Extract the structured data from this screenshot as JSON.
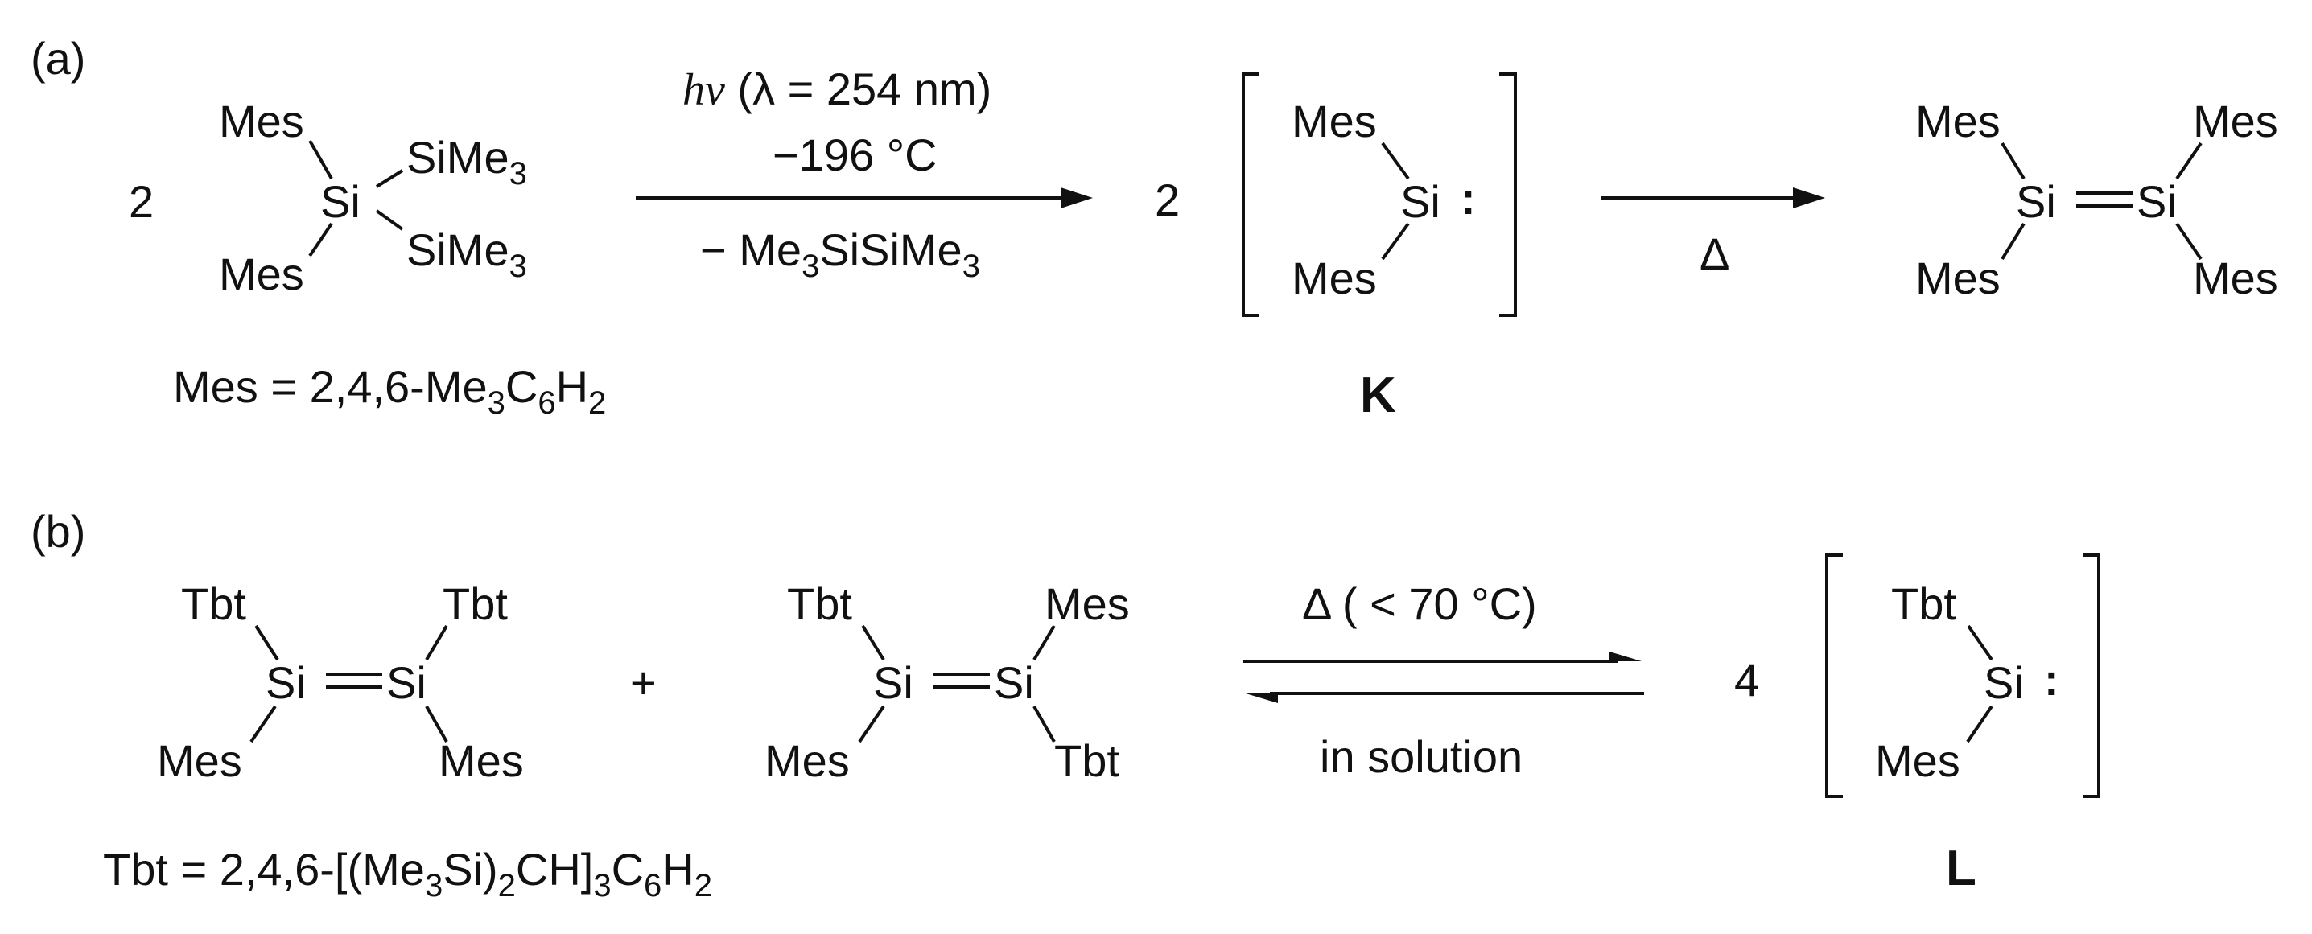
{
  "panel_a": {
    "label": "(a)",
    "coef_reactant": "2",
    "reactant": {
      "mes_top": "Mes",
      "mes_bottom": "Mes",
      "si": "Si",
      "sime3_top": "SiMe",
      "sime3_top_sub": "3",
      "sime3_bottom": "SiMe",
      "sime3_bottom_sub": "3"
    },
    "mes_def": {
      "text": "Mes = 2,4,6-Me",
      "sub1": "3",
      "mid": "C",
      "sub2": "6",
      "end": "H",
      "sub3": "2"
    },
    "arrow1": {
      "hv": "hν",
      "cond1_rest": "(λ = 254 nm)",
      "cond2": "−196 °C",
      "cond3_a": "− Me",
      "cond3_sub1": "3",
      "cond3_b": "SiSiMe",
      "cond3_sub2": "3"
    },
    "coef_k": "2",
    "intermediate_k": {
      "mes_top": "Mes",
      "mes_bottom": "Mes",
      "si": "Si",
      "dots": ":",
      "label": "K"
    },
    "arrow2": {
      "cond": "Δ"
    },
    "disilene": {
      "mes1": "Mes",
      "mes2": "Mes",
      "mes3": "Mes",
      "mes4": "Mes",
      "si1": "Si",
      "si2": "Si"
    }
  },
  "panel_b": {
    "label": "(b)",
    "disilene_1": {
      "tbt1": "Tbt",
      "tbt2": "Tbt",
      "mes1": "Mes",
      "mes2": "Mes",
      "si1": "Si",
      "si2": "Si"
    },
    "plus": "+",
    "disilene_2": {
      "tbt1": "Tbt",
      "mes1": "Mes",
      "mes2": "Mes",
      "tbt2": "Tbt",
      "si1": "Si",
      "si2": "Si"
    },
    "equilibrium": {
      "cond_top": "Δ ( < 70 °C)",
      "cond_bottom": "in solution"
    },
    "coef_l": "4",
    "intermediate_l": {
      "tbt": "Tbt",
      "mes": "Mes",
      "si": "Si",
      "dots": ":",
      "label": "L"
    },
    "tbt_def": {
      "a": "Tbt = 2,4,6-[(Me",
      "s1": "3",
      "b": "Si)",
      "s2": "2",
      "c": "CH]",
      "s3": "3",
      "d": "C",
      "s4": "6",
      "e": "H",
      "s5": "2"
    }
  }
}
